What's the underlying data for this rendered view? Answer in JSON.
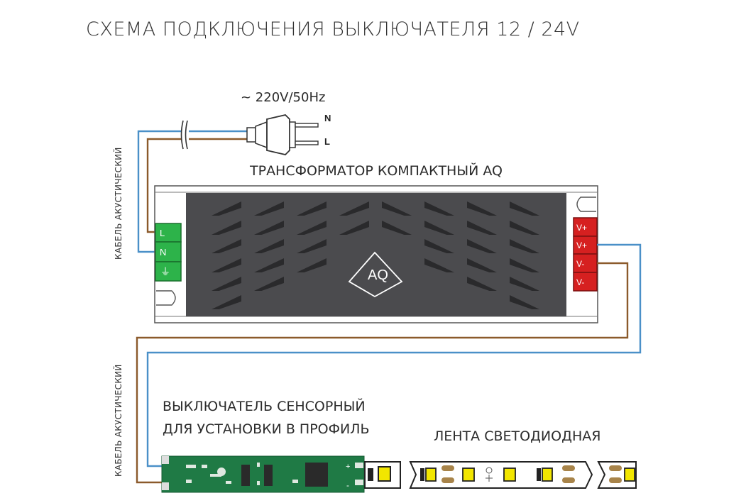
{
  "title": "СХЕМА ПОДКЛЮЧЕНИЯ ВЫКЛЮЧАТЕЛЯ 12 / 24V",
  "mains": {
    "label": "~ 220V/50Hz",
    "pin_n": "N",
    "pin_l": "L"
  },
  "cable_label_top": "КАБЕЛЬ АКУСТИЧЕСКИЙ",
  "cable_label_bottom": "КАБЕЛЬ АКУСТИЧЕСКИЙ",
  "transformer": {
    "label": "ТРАНСФОРМАТОР КОМПАКТНЫЙ AQ",
    "input_terminals": [
      "L",
      "N",
      "⏚"
    ],
    "output_terminals": [
      "V+",
      "V+",
      "V-",
      "V-"
    ],
    "logo": "AQ"
  },
  "switch": {
    "label_line1": "ВЫКЛЮЧАТЕЛЬ СЕНСОРНЫЙ",
    "label_line2": "ДЛЯ УСТАНОВКИ В ПРОФИЛЬ",
    "plus": "+",
    "minus": "-"
  },
  "led_strip": {
    "label": "ЛЕНТА СВЕТОДИОДНАЯ"
  },
  "colors": {
    "blue_wire": "#4a90c8",
    "brown_wire": "#8b5a2b",
    "transformer_body": "#4b4b4e",
    "terminal_green": "#2db34a",
    "terminal_red": "#d62020",
    "pcb_green": "#1f7a45",
    "led_yellow": "#f2e600"
  }
}
